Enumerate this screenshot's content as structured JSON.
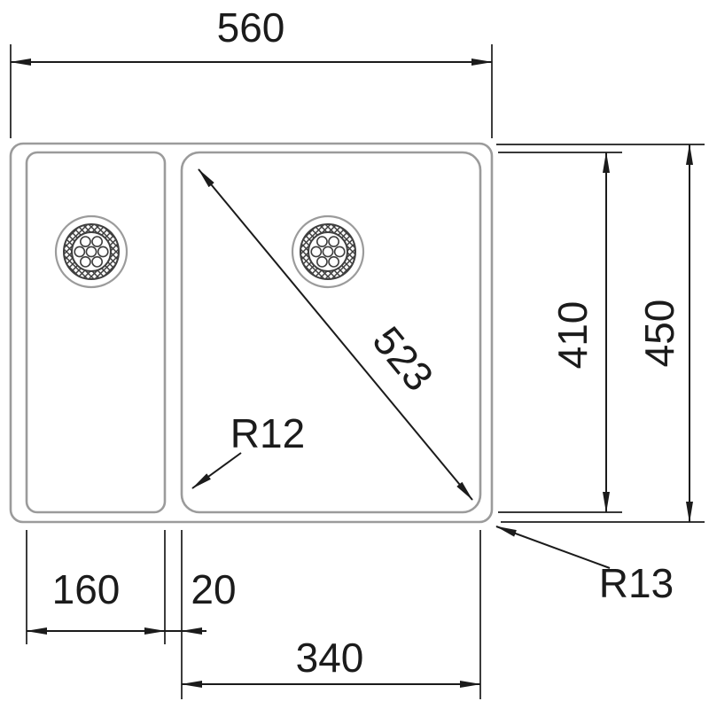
{
  "colors": {
    "background": "#ffffff",
    "dimension_lines": "#1b1b1b",
    "sink_outline": "#9b9b9b",
    "drain_detail": "#3f3f3f"
  },
  "drawing": {
    "type": "sink-dimension-drawing",
    "labels": {
      "overall_width": "560",
      "overall_depth": "450",
      "bowl_inner_depth": "410",
      "bowl_diagonal": "523",
      "inner_corner_radius": "R12",
      "outer_corner_radius": "R13",
      "left_bowl_width": "160",
      "divider_width": "20",
      "main_bowl_width": "340"
    }
  }
}
